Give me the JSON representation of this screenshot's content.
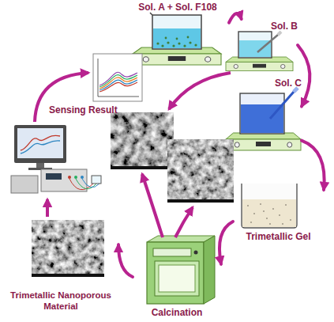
{
  "diagram": {
    "nodes": [
      {
        "text": [
          "Sol. A + Sol. F108"
        ]
      },
      {
        "text": [
          "Sol. B"
        ]
      },
      {
        "text": [
          "Sol. C"
        ]
      },
      {
        "text": [
          "Trimetallic Gel"
        ]
      },
      {
        "text": [
          "Calcination"
        ]
      },
      {
        "text": [
          "Trimetallic Nanoporous Material"
        ]
      },
      {
        "text": [
          "Sensing Result"
        ]
      }
    ],
    "edges": [
      {
        "from": 0,
        "to": 1,
        "arrow": "to"
      },
      {
        "from": 1,
        "to": 2,
        "arrow": "to"
      },
      {
        "from": 2,
        "to": 3,
        "arrow": "to"
      },
      {
        "from": 3,
        "to": 4,
        "arrow": "to"
      },
      {
        "from": 4,
        "to": 5,
        "arrow": "to"
      }
    ]
  }
}
